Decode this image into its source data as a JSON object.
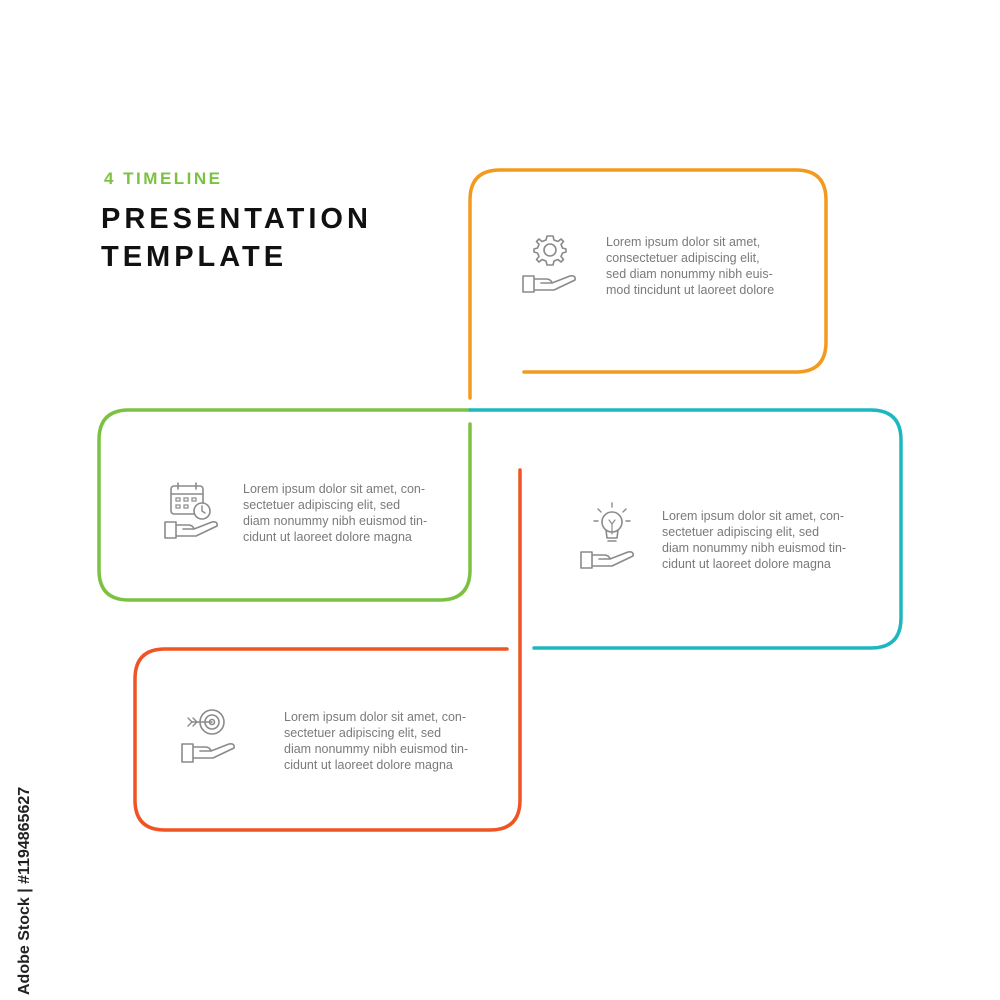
{
  "header": {
    "subtitle": "4 TIMELINE",
    "title_line1": "PRESENTATION",
    "title_line2": "TEMPLATE"
  },
  "colors": {
    "orange": "#F39A1E",
    "green": "#7CC242",
    "teal": "#1FB7BE",
    "red": "#EE5424",
    "icon": "#8a8a8a",
    "text": "#7a7a7a"
  },
  "steps": [
    {
      "id": "orange",
      "icon": "gear-hand-icon",
      "lines": [
        "Lorem ipsum dolor sit amet,",
        "consectetuer adipiscing elit,",
        "sed diam nonummy nibh euis-",
        "mod tincidunt ut laoreet dolore"
      ]
    },
    {
      "id": "green",
      "icon": "calendar-clock-hand-icon",
      "lines": [
        "Lorem ipsum dolor sit amet, con-",
        "sectetuer adipiscing elit, sed",
        "diam nonummy nibh euismod tin-",
        "cidunt ut laoreet dolore magna"
      ]
    },
    {
      "id": "teal",
      "icon": "lightbulb-hand-icon",
      "lines": [
        "Lorem ipsum dolor sit amet, con-",
        "sectetuer adipiscing elit, sed",
        "diam nonummy nibh euismod tin-",
        "cidunt ut laoreet dolore magna"
      ]
    },
    {
      "id": "red",
      "icon": "target-hand-icon",
      "lines": [
        "Lorem ipsum dolor sit amet, con-",
        "sectetuer adipiscing elit, sed",
        "diam nonummy nibh euismod tin-",
        "cidunt ut laoreet dolore magna"
      ]
    }
  ],
  "stock_id": "Adobe Stock | #1194865627"
}
